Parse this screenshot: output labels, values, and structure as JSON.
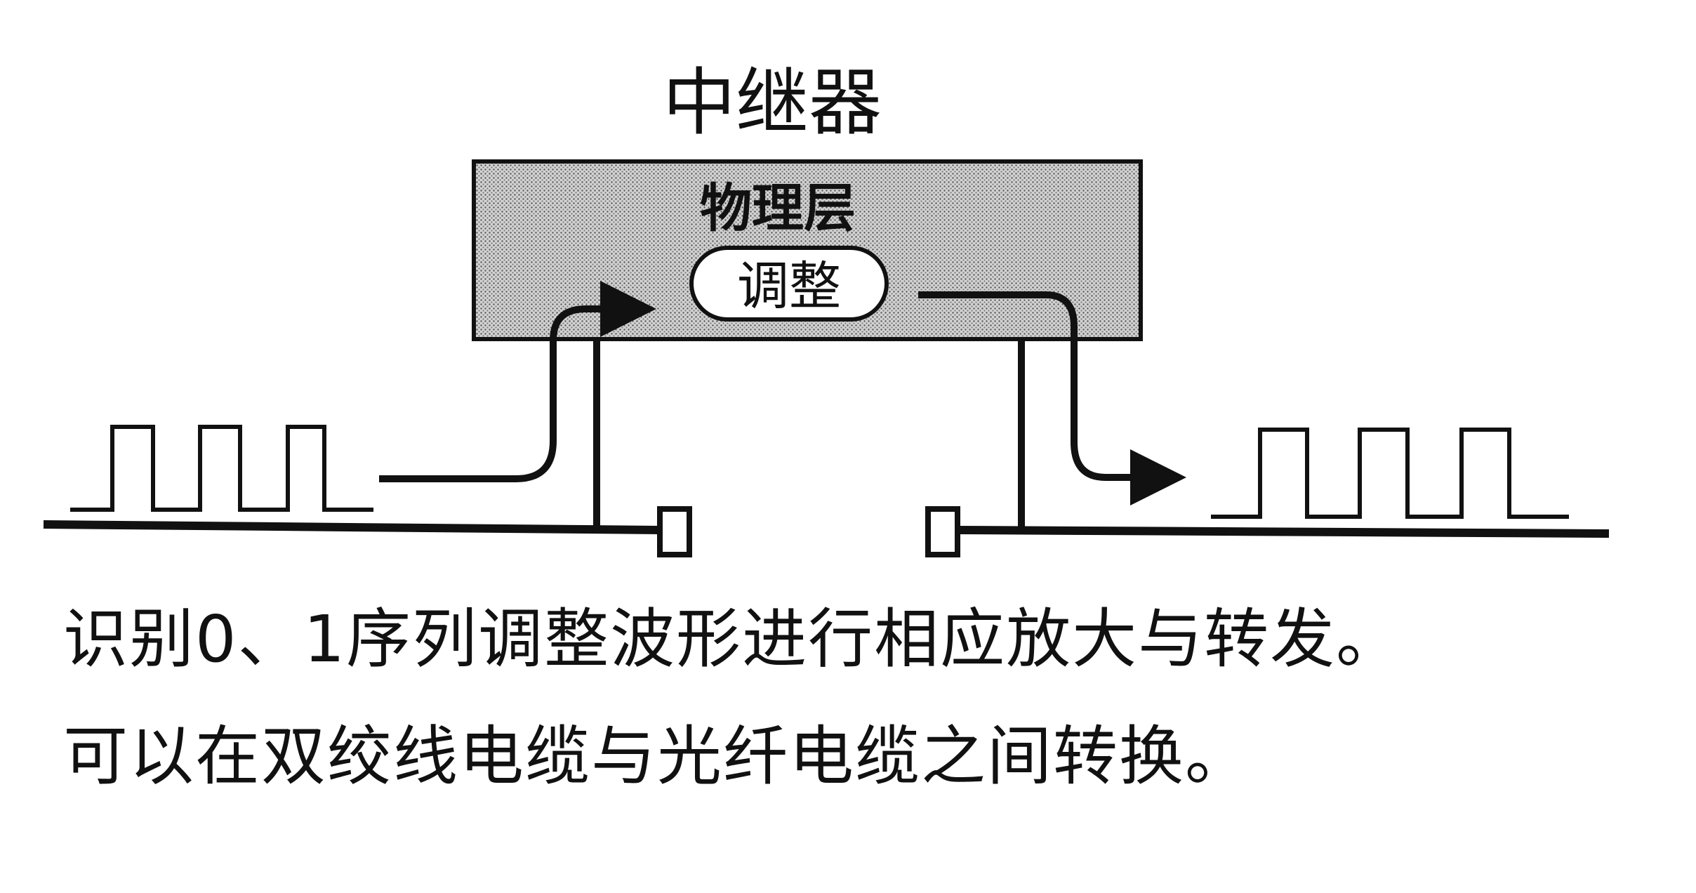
{
  "title": "中继器",
  "device": {
    "layer_label": "物理层",
    "process_label": "调整"
  },
  "captions": [
    "识别0、1序列调整波形进行相应放大与转发。",
    "可以在双绞线电缆与光纤电缆之间转换。"
  ],
  "colors": {
    "ink": "#111111",
    "box_fill": "#bdbdbd",
    "background": "#ffffff"
  },
  "icons": [
    "input-signal-waveform",
    "output-signal-waveform",
    "flow-arrow",
    "cable-connector"
  ]
}
